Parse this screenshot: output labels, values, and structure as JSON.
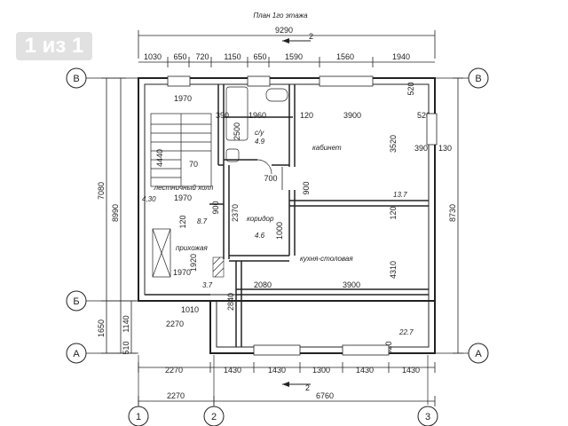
{
  "viewer": {
    "page_indicator": "1 из 1"
  },
  "plan": {
    "title": "План 1го этажа",
    "section_mark": "2",
    "axes": {
      "top_left": "В",
      "top_right": "В",
      "mid_left": "Б",
      "bottom_left": "А",
      "bottom_right": "А",
      "col1": "1",
      "col2": "2",
      "col3": "3"
    },
    "dims_top_total": "9290",
    "dims_top": [
      "1030",
      "650",
      "720",
      "1150",
      "650",
      "1590",
      "1560",
      "1940"
    ],
    "dims_bottom": [
      "2270",
      "1430",
      "1430",
      "1300",
      "1430",
      "1430"
    ],
    "dims_bottom2": [
      "2270",
      "6760"
    ],
    "dims_left": [
      "7080",
      "8990",
      "1650",
      "1140",
      "510"
    ],
    "dims_right": [
      "8730",
      "130",
      "520",
      "520",
      "520",
      "390"
    ],
    "interior_dims": {
      "stair_w": "1970",
      "stair_w2": "1970",
      "stair_w3": "1970",
      "stair_h": "4440",
      "stair_70": "70",
      "bath_390": "390",
      "bath_1960": "1960",
      "bath_2500": "2500",
      "cab_120": "120",
      "cab_3900": "3900",
      "cab_3520": "3520",
      "door_700": "700",
      "door_900": "900",
      "corr_2370": "2370",
      "corr_900": "900",
      "corr_1000": "1000",
      "hall_120": "120",
      "hall_1920": "1920",
      "hall_1010": "1010",
      "hall_2270": "2270",
      "kit_2080": "2080",
      "kit_3900": "3900",
      "kit_4310": "4310",
      "kit_2840": "2840",
      "kit_120": "120",
      "area_430": "4,30"
    },
    "rooms": {
      "bath": "с/у",
      "bath_area": "4.9",
      "cabinet": "кабинет",
      "cabinet_area": "13.7",
      "corridor": "коридор",
      "corridor_area": "4.6",
      "hall": "прихожая",
      "hall_area": "8.7",
      "stair": "лестничный холл",
      "kitchen": "кухня-столовая",
      "kitchen_area": "22.7",
      "small_area": "3.7"
    }
  }
}
